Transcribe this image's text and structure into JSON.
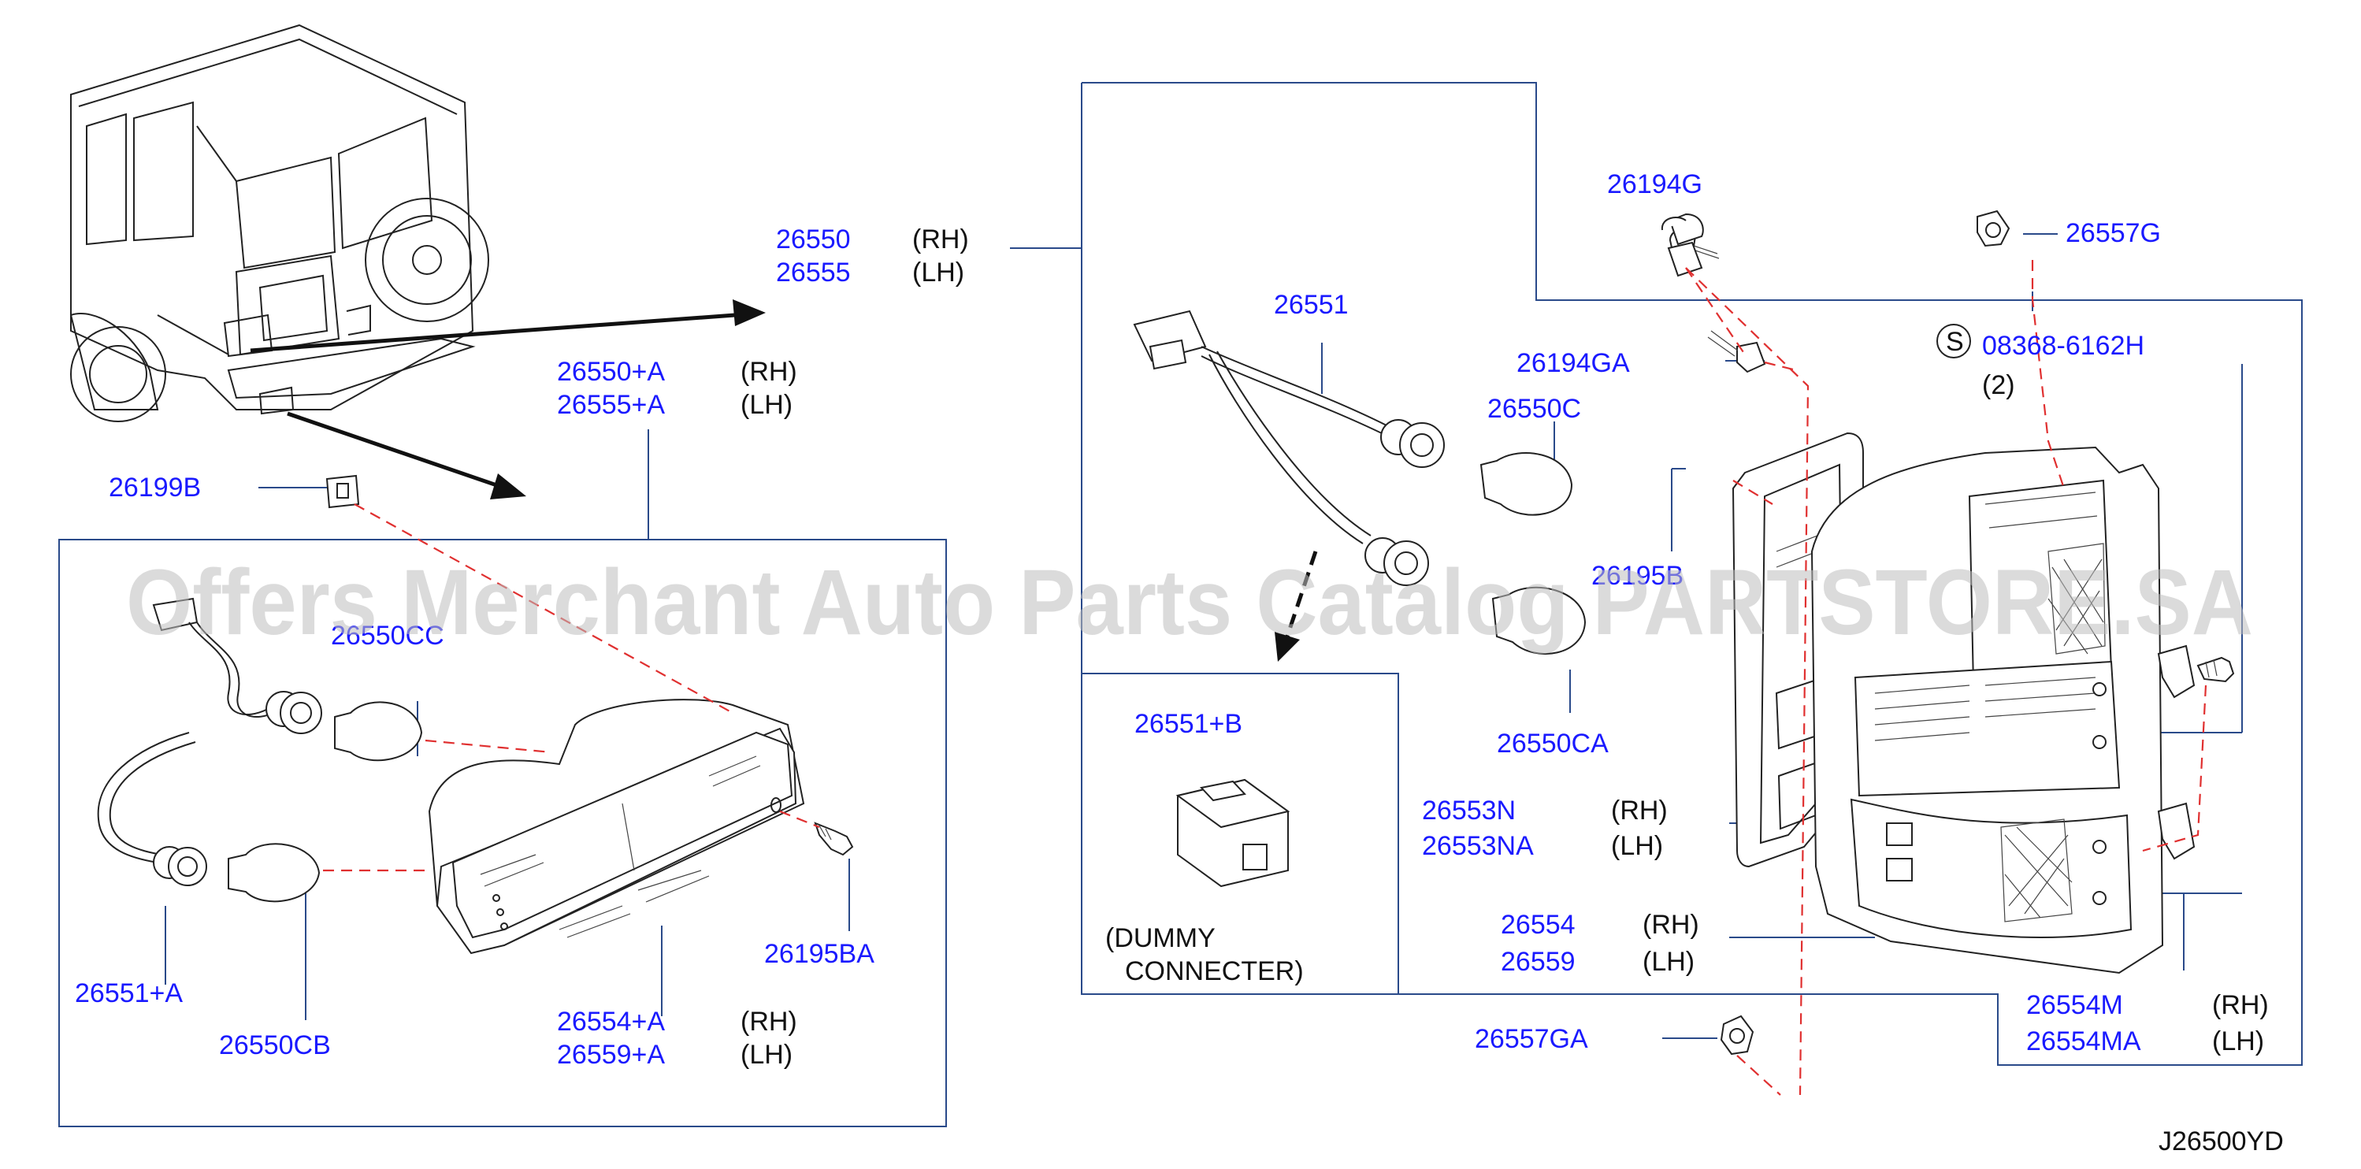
{
  "colors": {
    "label": "#1a1aff",
    "leader": "#2a4a8a",
    "dashed": "#e03030",
    "watermark": "#bdbdbd"
  },
  "watermark": "Offers Merchant Auto Parts Catalog PARTSTORE.SA",
  "diagram_id": "J26500YD",
  "parts": {
    "p26550": "26550",
    "p26555": "26555",
    "rh1": "(RH)",
    "lh1": "(LH)",
    "p26550A": "26550+A",
    "p26555A": "26555+A",
    "rh2": "(RH)",
    "lh2": "(LH)",
    "p26199B": "26199B",
    "p26550CC": "26550CC",
    "p26551A": "26551+A",
    "p26550CB": "26550CB",
    "p26554A": "26554+A",
    "p26559A": "26559+A",
    "rh3": "(RH)",
    "lh3": "(LH)",
    "p26195BA": "26195BA",
    "p26551": "26551",
    "p26551B": "26551+B",
    "dummy1": "(DUMMY",
    "dummy2": "CONNECTER)",
    "p26194G": "26194G",
    "p26194GA": "26194GA",
    "p26550C": "26550C",
    "p26195B": "26195B",
    "p26550CA": "26550CA",
    "p26557G": "26557G",
    "s_mark": "S",
    "p08368": "08368-6162H",
    "qty2": "(2)",
    "p26553N": "26553N",
    "p26553NA": "26553NA",
    "rh4": "(RH)",
    "lh4": "(LH)",
    "p26554": "26554",
    "p26559": "26559",
    "rh5": "(RH)",
    "lh5": "(LH)",
    "p26557GA": "26557GA",
    "p26554M": "26554M",
    "p26554MA": "26554MA",
    "rh6": "(RH)",
    "lh6": "(LH)"
  }
}
